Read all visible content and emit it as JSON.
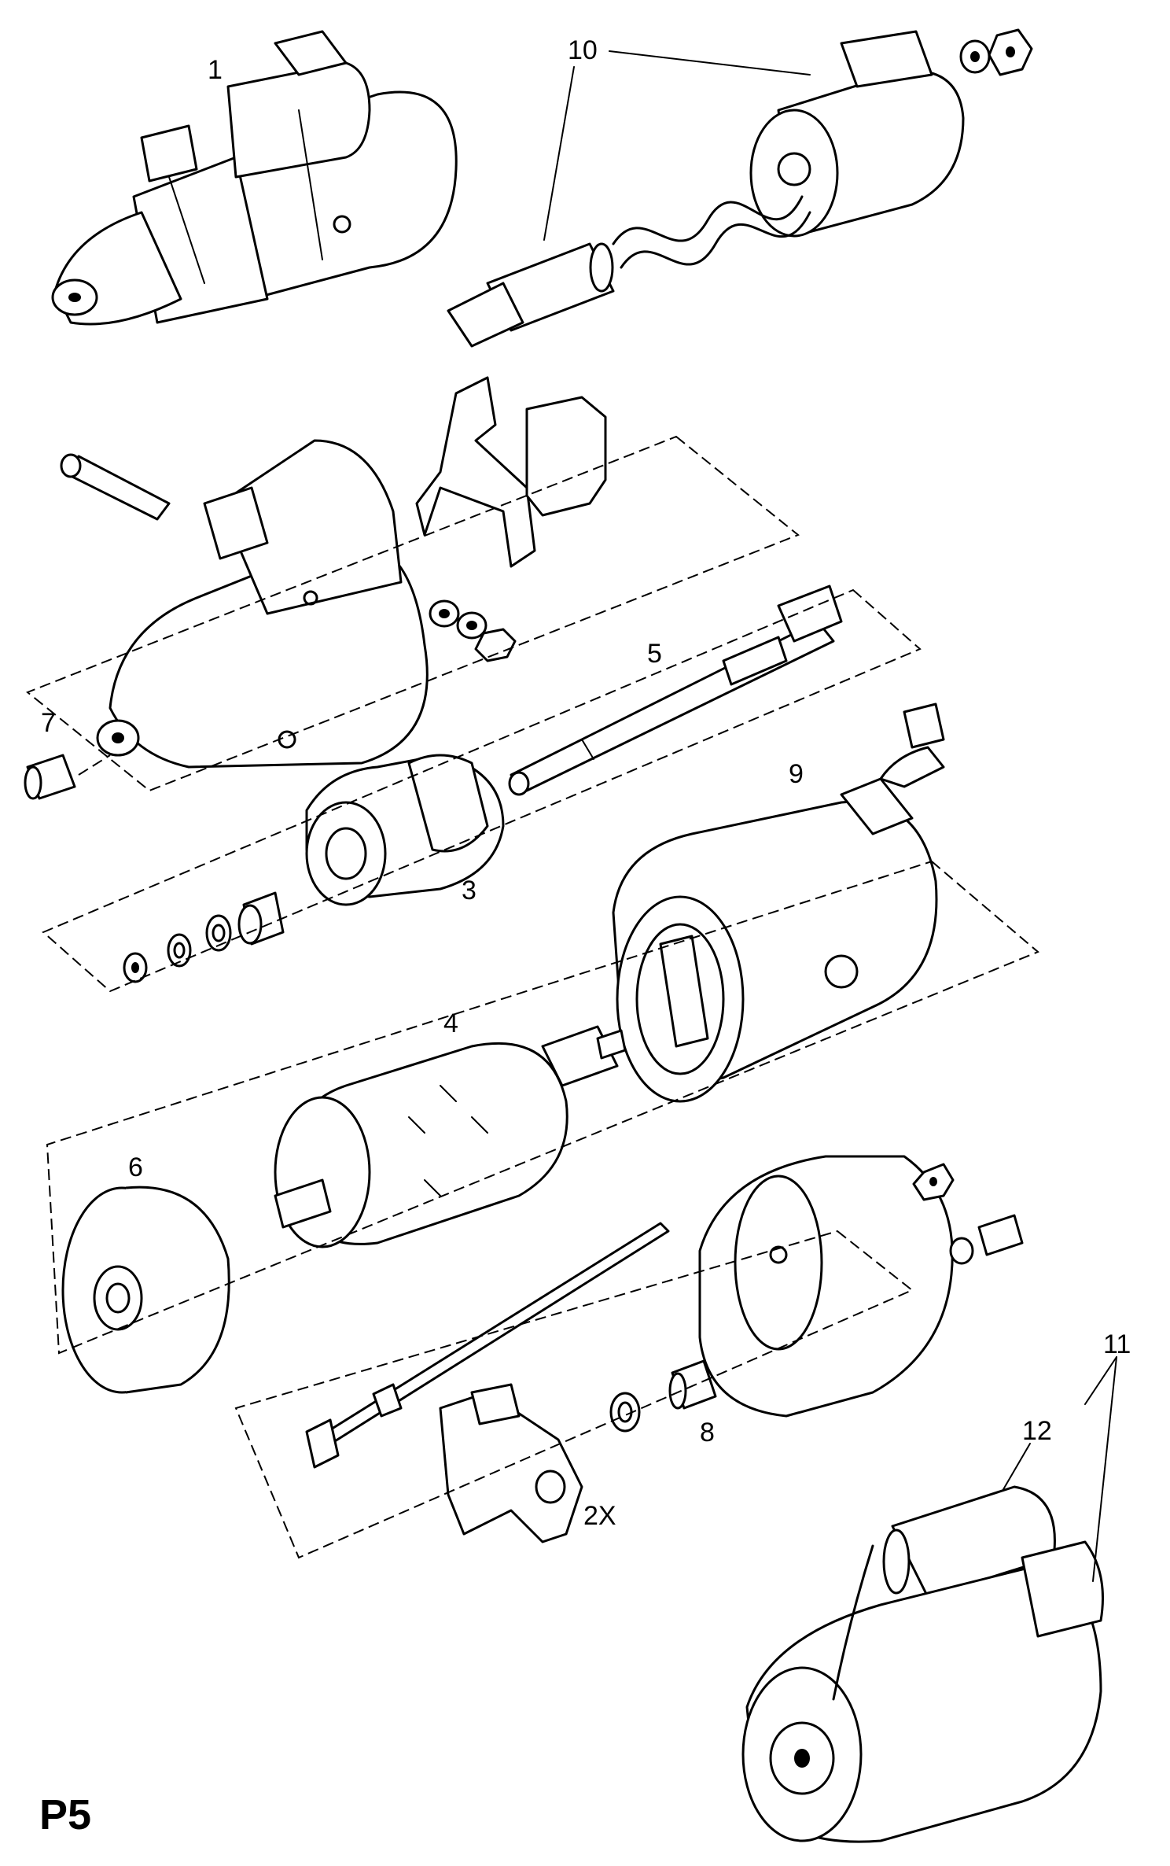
{
  "page_label": "P5",
  "callouts": {
    "c1": "1",
    "c2x": "2X",
    "c3": "3",
    "c4": "4",
    "c5": "5",
    "c6": "6",
    "c7": "7",
    "c8": "8",
    "c9": "9",
    "c10": "10",
    "c11": "11",
    "c12": "12"
  }
}
